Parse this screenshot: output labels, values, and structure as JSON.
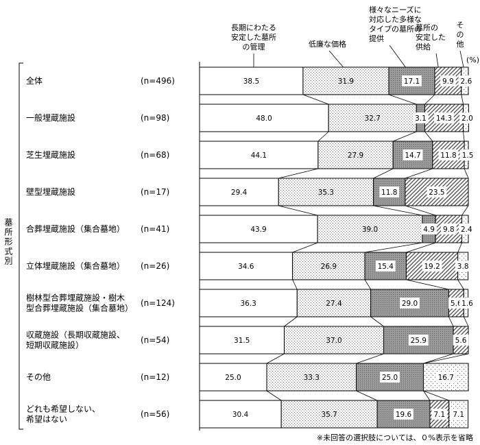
{
  "chart_data": {
    "type": "bar",
    "stacked": true,
    "orientation": "horizontal",
    "unit_label": "(%)",
    "group_label": "墓所形式別",
    "footnote": "※未回答の選択肢については、０%表示を省略",
    "series": [
      {
        "name": "長期にわたる安定した墓所の管理",
        "legend_lines": [
          "長期にわたる",
          "安定した墓所",
          "の管理"
        ],
        "pattern": "white"
      },
      {
        "name": "低廉な価格",
        "legend_lines": [
          "低廉な価格"
        ],
        "pattern": "dots"
      },
      {
        "name": "様々なニーズに対応した多様なタイプの墓所の提供",
        "legend_lines": [
          "様々なニーズに",
          "対応した多様な",
          "タイプの墓所の",
          "提供"
        ],
        "pattern": "dark"
      },
      {
        "name": "墓所の安定した供給",
        "legend_lines": [
          "墓所の",
          "安定した",
          "供給"
        ],
        "pattern": "hatch"
      },
      {
        "name": "その他",
        "legend_lines": [
          "そ",
          "の",
          "他"
        ],
        "pattern": "sparse"
      }
    ],
    "categories": [
      {
        "label": [
          "全体"
        ],
        "n": "(n=496)",
        "values": [
          38.5,
          31.9,
          17.1,
          9.9,
          2.6
        ]
      },
      {
        "label": [
          "一般埋蔵施設"
        ],
        "n": "(n=98)",
        "values": [
          48.0,
          32.7,
          3.1,
          14.3,
          2.0
        ]
      },
      {
        "label": [
          "芝生埋蔵施設"
        ],
        "n": "(n=68)",
        "values": [
          44.1,
          27.9,
          14.7,
          11.8,
          1.5
        ]
      },
      {
        "label": [
          "壁型埋蔵施設"
        ],
        "n": "(n=17)",
        "values": [
          29.4,
          35.3,
          11.8,
          23.5,
          0
        ]
      },
      {
        "label": [
          "合葬埋蔵施設（集合墓地）"
        ],
        "n": "(n=41)",
        "values": [
          43.9,
          39.0,
          4.9,
          9.8,
          2.4
        ]
      },
      {
        "label": [
          "立体埋蔵施設（集合墓地）"
        ],
        "n": "(n=26)",
        "values": [
          34.6,
          26.9,
          15.4,
          19.2,
          3.8
        ]
      },
      {
        "label": [
          "樹林型合葬埋蔵施設・樹木",
          "型合葬埋蔵施設（集合墓地）"
        ],
        "n": "(n=124)",
        "values": [
          36.3,
          27.4,
          29.0,
          5.6,
          1.6
        ]
      },
      {
        "label": [
          "収蔵施設（長期収蔵施設、",
          "短期収蔵施設）"
        ],
        "n": "(n=54)",
        "values": [
          31.5,
          37.0,
          25.9,
          5.6,
          0
        ]
      },
      {
        "label": [
          "その他"
        ],
        "n": "(n=12)",
        "values": [
          25.0,
          33.3,
          25.0,
          0,
          16.7
        ]
      },
      {
        "label": [
          "どれも希望しない、",
          "希望はない"
        ],
        "n": "(n=56)",
        "values": [
          30.4,
          35.7,
          19.6,
          7.1,
          7.1
        ]
      }
    ],
    "xlim": [
      0,
      100
    ]
  }
}
